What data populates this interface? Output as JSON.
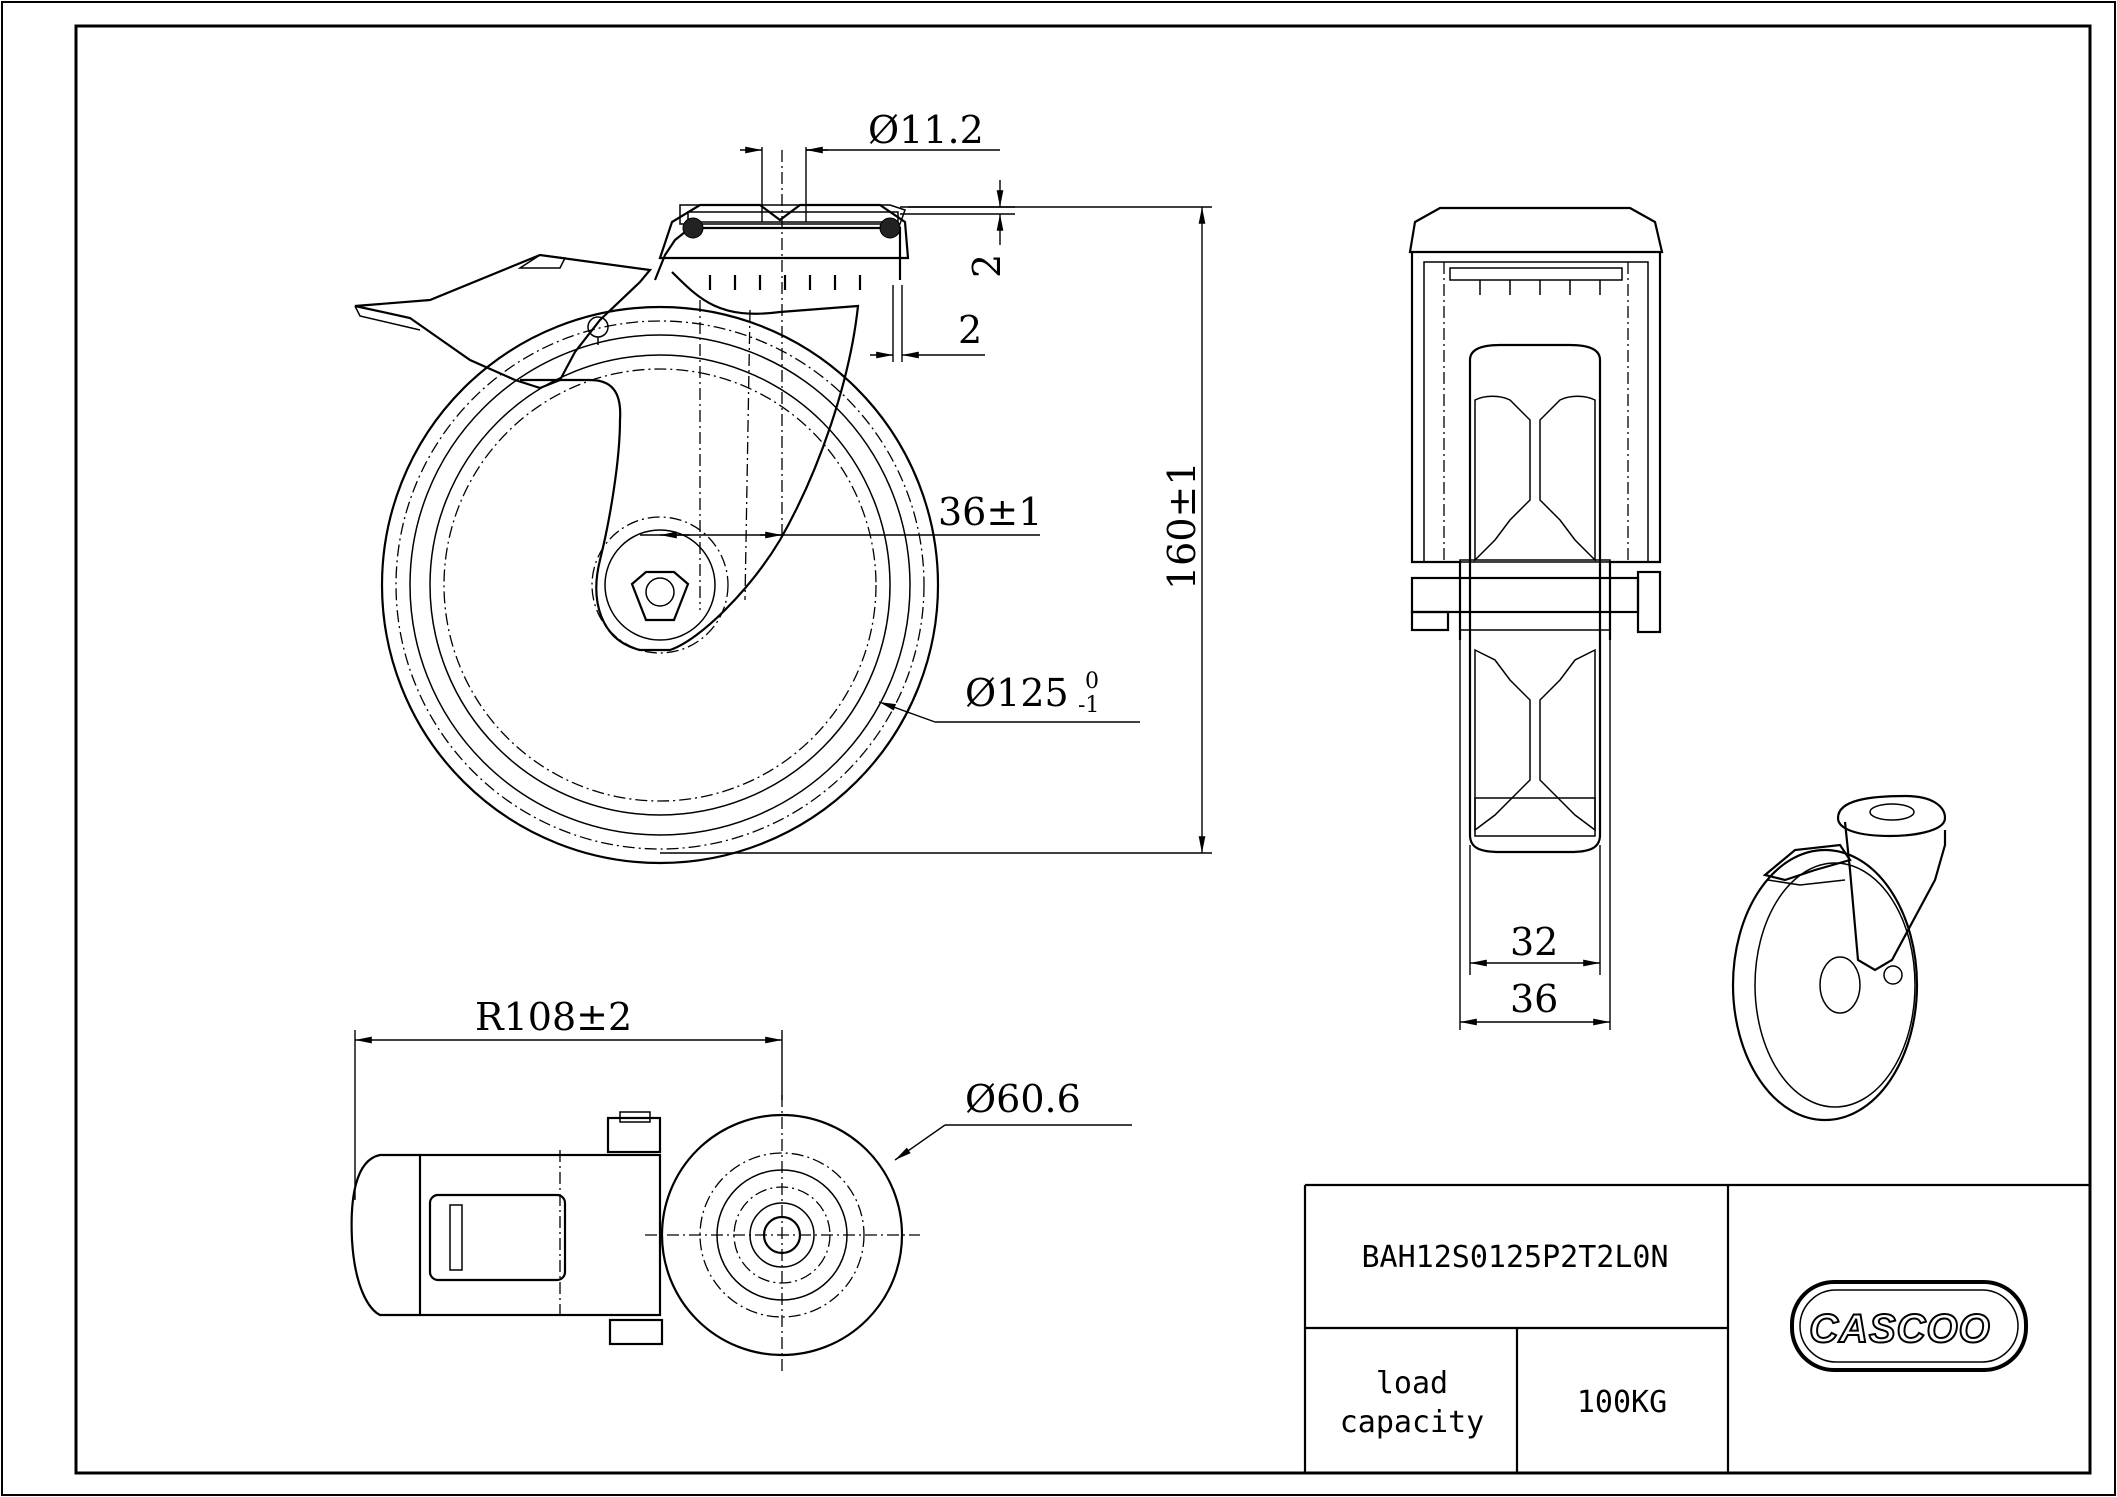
{
  "dimensions": {
    "bolt_hole": "Ø11.2",
    "top_plate_height": "2",
    "swivel_clearance": "2",
    "offset": "36±1",
    "overall_height": "160±1",
    "wheel_diameter": "Ø125",
    "wheel_tol_upper": "0",
    "wheel_tol_lower": "-1",
    "swivel_radius": "R108±2",
    "head_diameter": "Ø60.6",
    "wheel_width": "32",
    "bracket_width": "36"
  },
  "title_block": {
    "part_number": "BAH12S0125P2T2L0N",
    "load_label": "load\ncapacity",
    "load_label_line1": "load",
    "load_label_line2": "capacity",
    "load_value": "100KG",
    "brand": "CASCOO"
  }
}
